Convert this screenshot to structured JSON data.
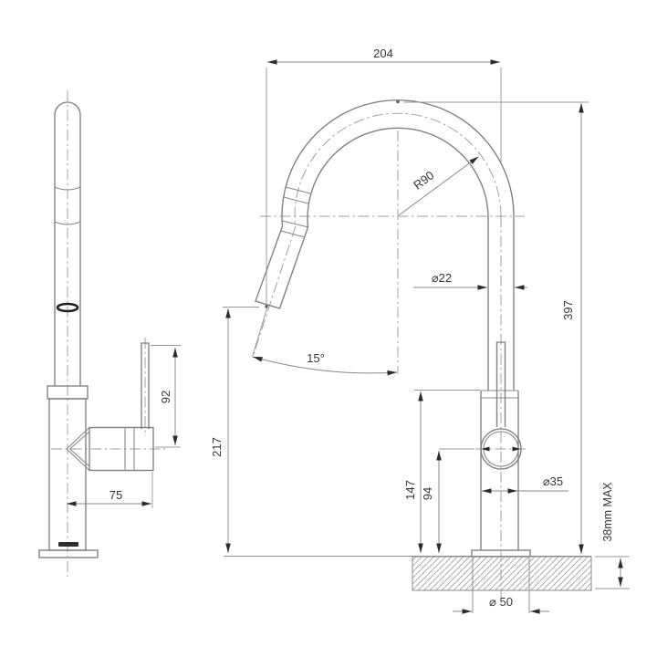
{
  "side_view": {
    "dim_lever_height": "92",
    "dim_handle_reach": "75"
  },
  "front_view": {
    "dim_spout_reach": "204",
    "dim_bend_radius": "R90",
    "dim_spout_tube_diameter": "⌀22",
    "dim_overall_height": "397",
    "dim_spout_angle": "15°",
    "dim_outlet_height": "217",
    "dim_body_top_height": "147",
    "dim_mixer_center_height": "94",
    "dim_body_diameter": "⌀35",
    "dim_counter_thickness": "38mm MAX",
    "dim_hole_diameter": "⌀ 50"
  }
}
